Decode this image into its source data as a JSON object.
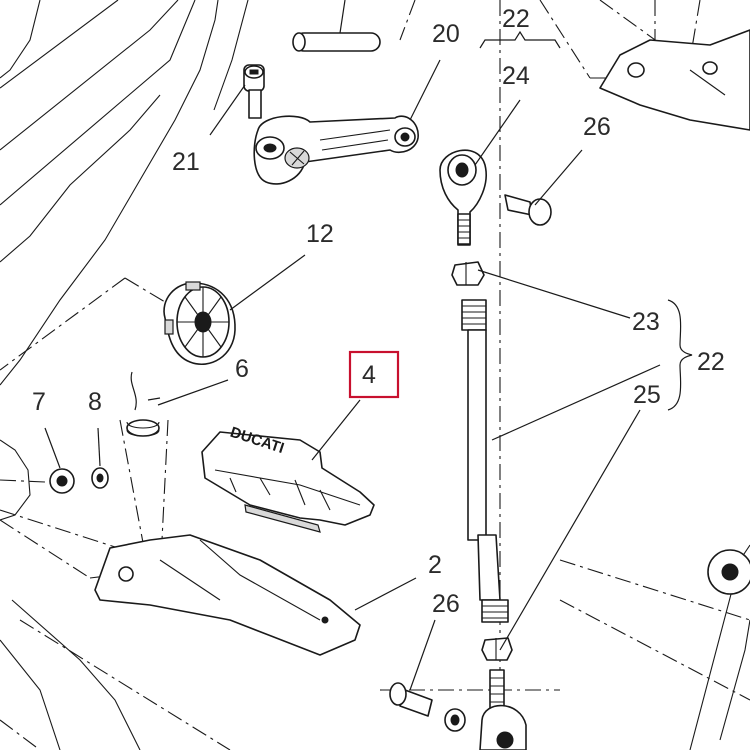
{
  "diagram": {
    "callouts": {
      "c20": "20",
      "c22_top": "22",
      "c24": "24",
      "c26_top": "26",
      "c21": "21",
      "c12": "12",
      "c6": "6",
      "c4": "4",
      "c7": "7",
      "c8": "8",
      "c23": "23",
      "c22_right": "22",
      "c25": "25",
      "c2": "2",
      "c26_bottom": "26"
    },
    "brand_text": "DUCATI",
    "highlighted_callout": "4",
    "colors": {
      "highlight": "#c8102e",
      "ink": "#1a1a1a",
      "label": "#2b2b2b"
    }
  }
}
